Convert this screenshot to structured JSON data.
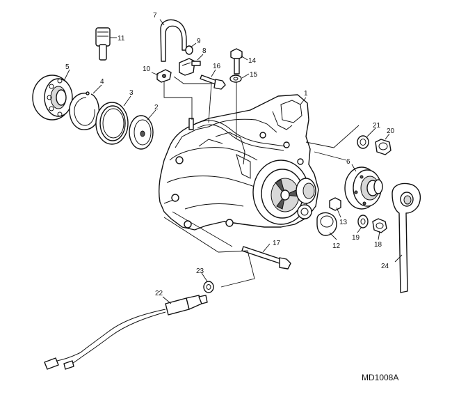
{
  "drawing_reference": "MD1008A",
  "callouts": {
    "c1": "1",
    "c2": "2",
    "c3": "3",
    "c4": "4",
    "c5": "5",
    "c6": "6",
    "c7": "7",
    "c8": "8",
    "c9": "9",
    "c10": "10",
    "c11": "11",
    "c12": "12",
    "c13": "13",
    "c14": "14",
    "c15": "15",
    "c16": "16",
    "c17": "17",
    "c18": "18",
    "c19": "19",
    "c20": "20",
    "c21": "21",
    "c22": "22",
    "c23": "23",
    "c24": "24"
  },
  "colors": {
    "line": "#111111",
    "background": "#ffffff",
    "shade": "#d8d8d8"
  }
}
